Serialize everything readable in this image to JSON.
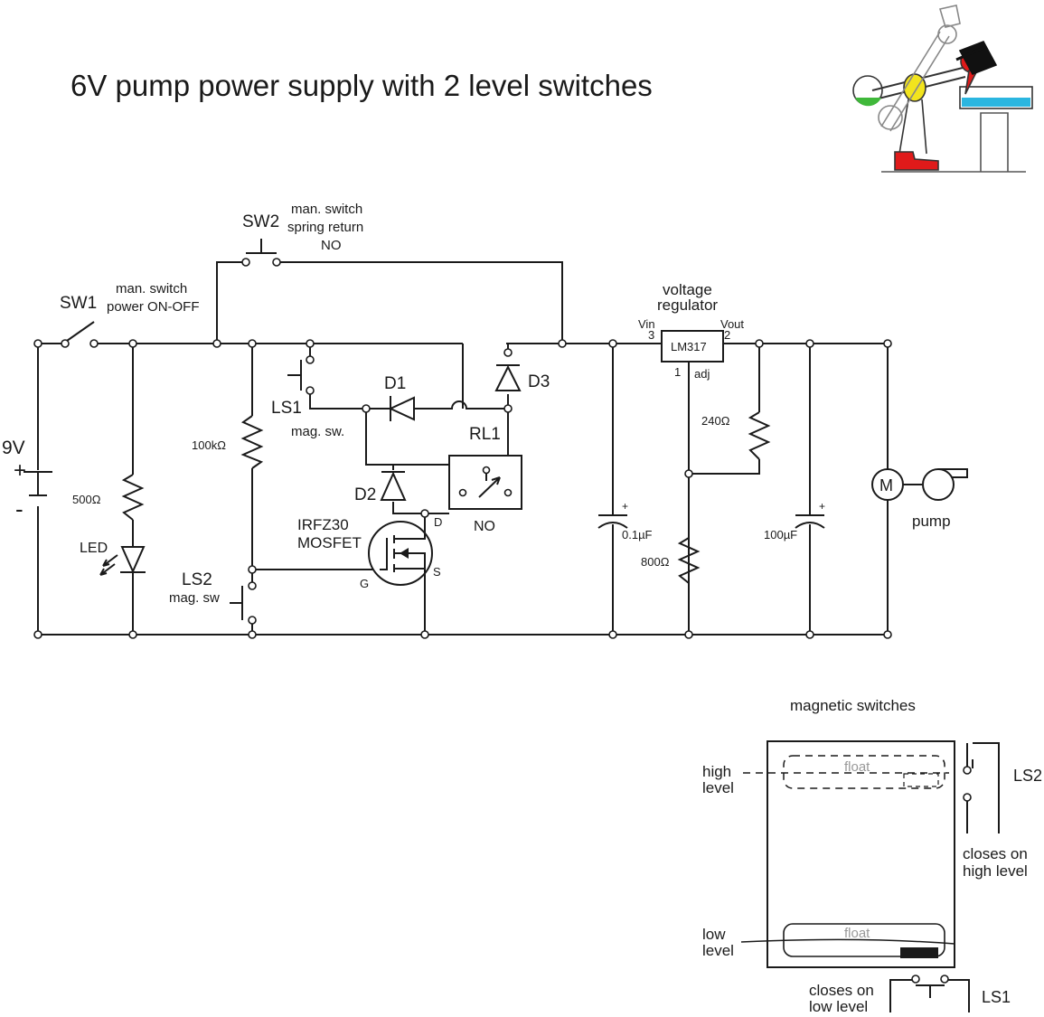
{
  "title": "6V pump power supply with 2 level switches",
  "sw1": {
    "name": "SW1",
    "desc1": "man. switch",
    "desc2": "power ON-OFF"
  },
  "sw2": {
    "name": "SW2",
    "desc1": "man. switch",
    "desc2": "spring return",
    "desc3": "NO"
  },
  "battery": {
    "voltage": "9V",
    "plus": "+",
    "minus": "-"
  },
  "r_led": "500Ω",
  "led": "LED",
  "r_gate": "100kΩ",
  "ls1": {
    "name": "LS1",
    "desc": "mag. sw."
  },
  "ls2": {
    "name": "LS2",
    "desc": "mag. sw"
  },
  "d1": "D1",
  "d2": "D2",
  "d3": "D3",
  "relay": {
    "name": "RL1",
    "type": "NO"
  },
  "mosfet": {
    "part": "IRFZ30",
    "type": "MOSFET",
    "g": "G",
    "d": "D",
    "s": "S"
  },
  "regulator": {
    "title1": "voltage",
    "title2": "regulator",
    "part": "LM317",
    "vin": "Vin",
    "pin_in": "3",
    "vout": "Vout",
    "pin_out": "2",
    "pin_adj": "1",
    "adj": "adj"
  },
  "c_in": {
    "value": "0.1µF",
    "plus": "+"
  },
  "c_out": {
    "value": "100µF",
    "plus": "+"
  },
  "r240": "240Ω",
  "r800": "800Ω",
  "motor": {
    "symbol": "M",
    "label": "pump"
  },
  "tank": {
    "title": "magnetic switches",
    "float_label": "float",
    "high1": "high",
    "high2": "level",
    "low1": "low",
    "low2": "level",
    "ls2": "LS2",
    "ls2_note1": "closes on",
    "ls2_note2": "high level",
    "ls1": "LS1",
    "ls1_note1": "closes on",
    "ls1_note2": "low level"
  },
  "colors": {
    "green": "#3fb83a",
    "yellow": "#f2e41e",
    "red": "#e01a1a",
    "cyan": "#2bb6e0"
  }
}
